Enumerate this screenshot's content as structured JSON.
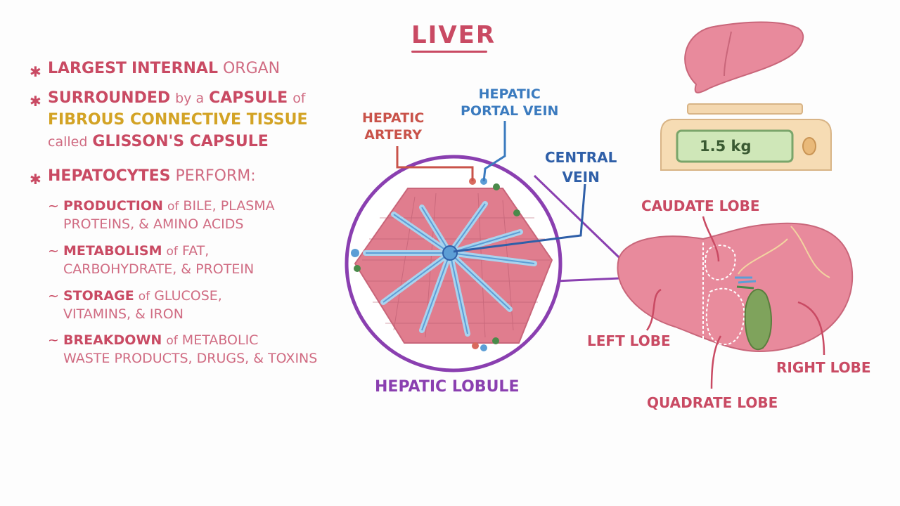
{
  "title": "LIVER",
  "bullets": {
    "b1": {
      "bold1": "LARGEST",
      "bold2": "INTERNAL",
      "rest": "ORGAN"
    },
    "b2": {
      "bold1": "SURROUNDED",
      "by": "by a",
      "bold2": "CAPSULE",
      "of": "of",
      "yellow": "FIBROUS CONNECTIVE TISSUE",
      "called": "called",
      "bold3": "GLISSON'S CAPSULE"
    },
    "b3": {
      "bold": "HEPATOCYTES",
      "rest": "PERFORM:"
    }
  },
  "functions": [
    {
      "bold": "PRODUCTION",
      "of": "of",
      "line1": "BILE, PLASMA",
      "line2": "PROTEINS, & AMINO ACIDS"
    },
    {
      "bold": "METABOLISM",
      "of": "of",
      "line1": "FAT,",
      "line2": "CARBOHYDRATE, & PROTEIN"
    },
    {
      "bold": "STORAGE",
      "of": "of",
      "line1": "GLUCOSE,",
      "line2": "VITAMINS, & IRON"
    },
    {
      "bold": "BREAKDOWN",
      "of": "of",
      "line1": "METABOLIC",
      "line2": "WASTE PRODUCTS, DRUGS, & TOXINS"
    }
  ],
  "labels": {
    "hepatic_artery_1": "HEPATIC",
    "hepatic_artery_2": "ARTERY",
    "portal_vein_1": "HEPATIC",
    "portal_vein_2": "PORTAL VEIN",
    "central_vein_1": "CENTRAL",
    "central_vein_2": "VEIN",
    "hepatic_lobule": "HEPATIC LOBULE",
    "caudate_lobe": "CAUDATE LOBE",
    "left_lobe": "LEFT LOBE",
    "right_lobe": "RIGHT LOBE",
    "quadrate_lobe": "QUADRATE LOBE"
  },
  "scale_reading": "1.5 kg",
  "colors": {
    "title": "#c94a63",
    "highlight": "#d3a325",
    "artery": "#c9534a",
    "portal_vein": "#3b7bbf",
    "central_vein": "#2f5fa8",
    "lobule": "#8a3fb0",
    "liver": "#e88a9c"
  }
}
